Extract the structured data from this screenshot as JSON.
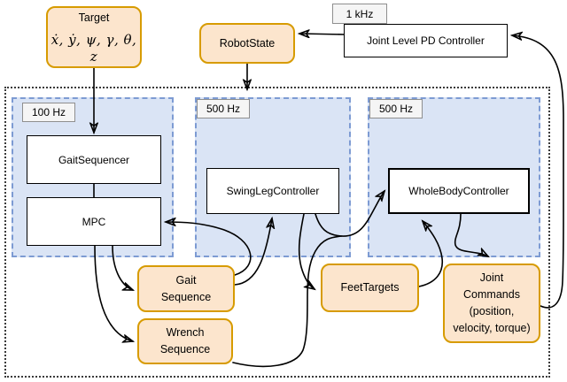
{
  "diagram": {
    "title_context": "robot locomotion control architecture block diagram",
    "nodes": {
      "target": {
        "title": "Target",
        "math": "ẋ, ẏ, ψ, γ, θ, z"
      },
      "robot_state": {
        "label": "RobotState"
      },
      "khz_label": {
        "label": "1 kHz"
      },
      "pd_controller": {
        "label": "Joint Level PD Controller"
      },
      "freq_100": {
        "label": "100 Hz"
      },
      "freq_500_swing": {
        "label": "500 Hz"
      },
      "freq_500_wbc": {
        "label": "500 Hz"
      },
      "gait_sequencer": {
        "label": "GaitSequencer"
      },
      "mpc": {
        "label": "MPC"
      },
      "swing_leg_controller": {
        "label": "SwingLegController"
      },
      "whole_body_controller": {
        "label": "WholeBodyController"
      },
      "gait_sequence": {
        "line1": "Gait",
        "line2": "Sequence"
      },
      "wrench_sequence": {
        "line1": "Wrench",
        "line2": "Sequence"
      },
      "feet_targets": {
        "label": "FeetTargets"
      },
      "joint_commands": {
        "line1": "Joint",
        "line2": "Commands",
        "line3": "(position,",
        "line4": "velocity, torque)"
      }
    },
    "colors": {
      "orange_fill": "#FCE5CD",
      "orange_stroke": "#D79B00",
      "blue_fill": "#DAE4F5",
      "blue_stroke": "#7D9BD3",
      "gray_fill": "#F5F5F5",
      "gray_stroke": "#8F8F8F",
      "line": "#000000"
    }
  }
}
